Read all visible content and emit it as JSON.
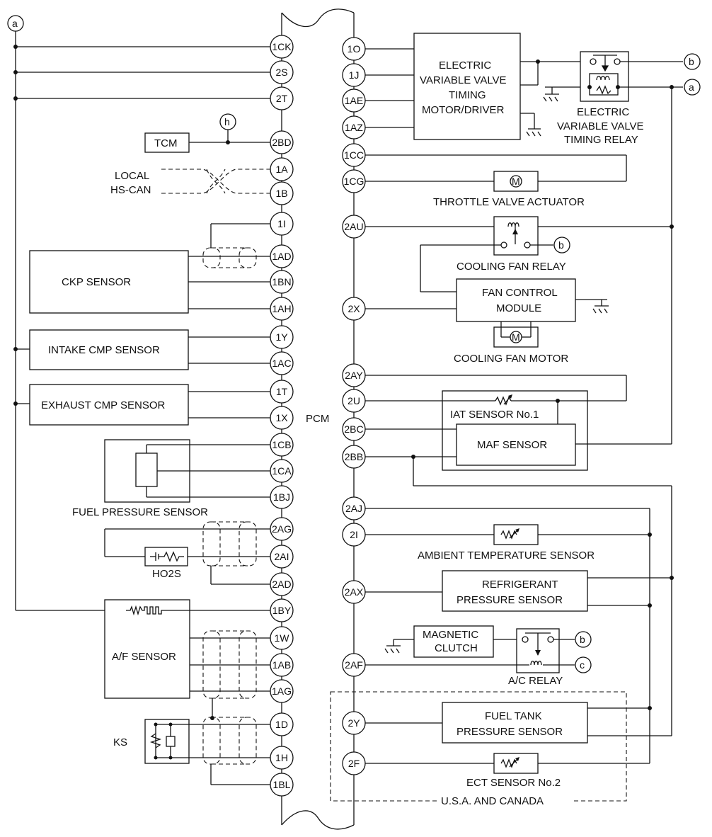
{
  "pcm_label": "PCM",
  "connector_tags": {
    "a": "a",
    "b": "b",
    "c": "c",
    "h": "h"
  },
  "left_pins": [
    "1CK",
    "2S",
    "2T",
    "2BD",
    "1A",
    "1B",
    "1I",
    "1AD",
    "1BN",
    "1AH",
    "1Y",
    "1AC",
    "1T",
    "1X",
    "1CB",
    "1CA",
    "1BJ",
    "2AG",
    "2AI",
    "2AD",
    "1BY",
    "1W",
    "1AB",
    "1AG",
    "1D",
    "1H",
    "1BL"
  ],
  "right_pins": [
    "1O",
    "1J",
    "1AE",
    "1AZ",
    "1CC",
    "1CG",
    "2AU",
    "2X",
    "2AY",
    "2U",
    "2BC",
    "2BB",
    "2AJ",
    "2I",
    "2AX",
    "2AF",
    "2Y",
    "2F"
  ],
  "components": {
    "tcm": "TCM",
    "local_hs_can": [
      "LOCAL",
      "HS-CAN"
    ],
    "ckp_sensor": "CKP SENSOR",
    "intake_cmp_sensor": "INTAKE CMP SENSOR",
    "exhaust_cmp_sensor": "EXHAUST CMP SENSOR",
    "fuel_pressure_sensor": "FUEL PRESSURE SENSOR",
    "ho2s": "HO2S",
    "af_sensor": "A/F SENSOR",
    "ks": "KS",
    "evvt_motor": [
      "ELECTRIC",
      "VARIABLE VALVE",
      "TIMING",
      "MOTOR/DRIVER"
    ],
    "evvt_relay": [
      "ELECTRIC",
      "VARIABLE VALVE",
      "TIMING RELAY"
    ],
    "throttle_actuator": "THROTTLE VALVE ACTUATOR",
    "cooling_fan_relay": "COOLING FAN RELAY",
    "fan_control_module": [
      "FAN CONTROL",
      "MODULE"
    ],
    "cooling_fan_motor": "COOLING FAN MOTOR",
    "iat_sensor": "IAT SENSOR No.1",
    "maf_sensor": "MAF SENSOR",
    "ambient_temp_sensor": "AMBIENT TEMPERATURE SENSOR",
    "refrigerant_pressure_sensor": [
      "REFRIGERANT",
      "PRESSURE SENSOR"
    ],
    "magnetic_clutch": [
      "MAGNETIC",
      "CLUTCH"
    ],
    "ac_relay": "A/C RELAY",
    "fuel_tank_pressure_sensor": [
      "FUEL TANK",
      "PRESSURE SENSOR"
    ],
    "ect_sensor": "ECT SENSOR No.2",
    "region_note": "U.S.A. AND CANADA",
    "motor_symbol": "M"
  }
}
